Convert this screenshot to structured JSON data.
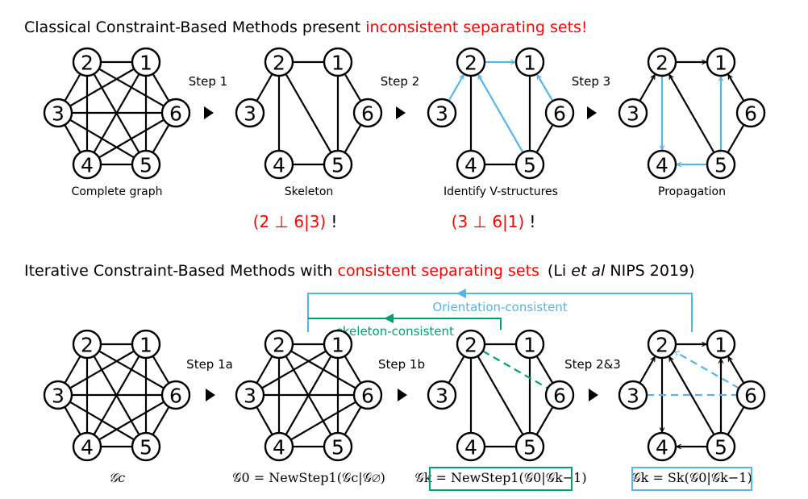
{
  "colors": {
    "black": "#000000",
    "blue": "#56B4E9",
    "green": "#009E73",
    "red": "#FF0000"
  },
  "top_section": {
    "title_prefix": "Classical Constraint-Based Methods present ",
    "title_highlight": "inconsistent separating sets!",
    "graphs": [
      {
        "id": "complete",
        "caption": "Complete graph",
        "edges": [
          {
            "from": "2",
            "to": "1",
            "color": "black",
            "directed": false,
            "dashed": false
          },
          {
            "from": "2",
            "to": "3",
            "color": "black",
            "directed": false,
            "dashed": false
          },
          {
            "from": "2",
            "to": "4",
            "color": "black",
            "directed": false,
            "dashed": false
          },
          {
            "from": "2",
            "to": "5",
            "color": "black",
            "directed": false,
            "dashed": false
          },
          {
            "from": "2",
            "to": "6",
            "color": "black",
            "directed": false,
            "dashed": false
          },
          {
            "from": "1",
            "to": "3",
            "color": "black",
            "directed": false,
            "dashed": false
          },
          {
            "from": "1",
            "to": "4",
            "color": "black",
            "directed": false,
            "dashed": false
          },
          {
            "from": "1",
            "to": "5",
            "color": "black",
            "directed": false,
            "dashed": false
          },
          {
            "from": "1",
            "to": "6",
            "color": "black",
            "directed": false,
            "dashed": false
          },
          {
            "from": "3",
            "to": "4",
            "color": "black",
            "directed": false,
            "dashed": false
          },
          {
            "from": "3",
            "to": "5",
            "color": "black",
            "directed": false,
            "dashed": false
          },
          {
            "from": "3",
            "to": "6",
            "color": "black",
            "directed": false,
            "dashed": false
          },
          {
            "from": "4",
            "to": "5",
            "color": "black",
            "directed": false,
            "dashed": false
          },
          {
            "from": "4",
            "to": "6",
            "color": "black",
            "directed": false,
            "dashed": false
          },
          {
            "from": "5",
            "to": "6",
            "color": "black",
            "directed": false,
            "dashed": false
          }
        ]
      },
      {
        "id": "skeleton",
        "caption": "Skeleton",
        "step_label": "Step 1",
        "edges": [
          {
            "from": "2",
            "to": "1",
            "color": "black",
            "directed": false,
            "dashed": false
          },
          {
            "from": "2",
            "to": "3",
            "color": "black",
            "directed": false,
            "dashed": false
          },
          {
            "from": "2",
            "to": "4",
            "color": "black",
            "directed": false,
            "dashed": false
          },
          {
            "from": "2",
            "to": "5",
            "color": "black",
            "directed": false,
            "dashed": false
          },
          {
            "from": "1",
            "to": "5",
            "color": "black",
            "directed": false,
            "dashed": false
          },
          {
            "from": "1",
            "to": "6",
            "color": "black",
            "directed": false,
            "dashed": false
          },
          {
            "from": "6",
            "to": "5",
            "color": "black",
            "directed": false,
            "dashed": false
          },
          {
            "from": "4",
            "to": "5",
            "color": "black",
            "directed": false,
            "dashed": false
          }
        ]
      },
      {
        "id": "vstructures",
        "caption": "Identify V-structures",
        "step_label": "Step 2",
        "edges": [
          {
            "from": "2",
            "to": "1",
            "color": "blue",
            "directed": true,
            "dashed": false
          },
          {
            "from": "3",
            "to": "2",
            "color": "blue",
            "directed": true,
            "dashed": false
          },
          {
            "from": "5",
            "to": "2",
            "color": "blue",
            "directed": true,
            "dashed": false
          },
          {
            "from": "6",
            "to": "1",
            "color": "blue",
            "directed": true,
            "dashed": false
          },
          {
            "from": "2",
            "to": "4",
            "color": "black",
            "directed": false,
            "dashed": false
          },
          {
            "from": "1",
            "to": "5",
            "color": "black",
            "directed": false,
            "dashed": false
          },
          {
            "from": "6",
            "to": "5",
            "color": "black",
            "directed": false,
            "dashed": false
          },
          {
            "from": "4",
            "to": "5",
            "color": "black",
            "directed": false,
            "dashed": false
          }
        ]
      },
      {
        "id": "propagation",
        "caption": "Propagation",
        "step_label": "Step 3",
        "edges": [
          {
            "from": "2",
            "to": "1",
            "color": "black",
            "directed": true,
            "dashed": false
          },
          {
            "from": "3",
            "to": "2",
            "color": "black",
            "directed": true,
            "dashed": false
          },
          {
            "from": "5",
            "to": "2",
            "color": "black",
            "directed": true,
            "dashed": false
          },
          {
            "from": "6",
            "to": "1",
            "color": "black",
            "directed": true,
            "dashed": false
          },
          {
            "from": "6",
            "to": "5",
            "color": "black",
            "directed": false,
            "dashed": false
          },
          {
            "from": "2",
            "to": "4",
            "color": "blue",
            "directed": true,
            "dashed": false
          },
          {
            "from": "5",
            "to": "1",
            "color": "blue",
            "directed": true,
            "dashed": false
          },
          {
            "from": "5",
            "to": "4",
            "color": "blue",
            "directed": true,
            "dashed": false
          }
        ]
      }
    ],
    "inconsistencies": [
      {
        "formula": "(2 ⊥ 6|3)",
        "mark": "!"
      },
      {
        "formula": "(3 ⊥ 6|1)",
        "mark": "!"
      }
    ]
  },
  "bottom_section": {
    "title_prefix": "Iterative Constraint-Based Methods with ",
    "title_highlight": "consistent separating sets",
    "title_cite_a": "(Li ",
    "title_cite_italic": "et al",
    "title_cite_b": " NIPS 2019)",
    "feedback_loops": [
      {
        "label": "Orientation-consistent",
        "color": "blue"
      },
      {
        "label": "skeleton-consistent",
        "color": "green"
      }
    ],
    "graphs": [
      {
        "id": "gc",
        "caption": "𝒢c",
        "edges": [
          {
            "from": "2",
            "to": "1",
            "color": "black",
            "directed": false,
            "dashed": false
          },
          {
            "from": "2",
            "to": "3",
            "color": "black",
            "directed": false,
            "dashed": false
          },
          {
            "from": "2",
            "to": "4",
            "color": "black",
            "directed": false,
            "dashed": false
          },
          {
            "from": "2",
            "to": "5",
            "color": "black",
            "directed": false,
            "dashed": false
          },
          {
            "from": "2",
            "to": "6",
            "color": "black",
            "directed": false,
            "dashed": false
          },
          {
            "from": "1",
            "to": "3",
            "color": "black",
            "directed": false,
            "dashed": false
          },
          {
            "from": "1",
            "to": "4",
            "color": "black",
            "directed": false,
            "dashed": false
          },
          {
            "from": "1",
            "to": "5",
            "color": "black",
            "directed": false,
            "dashed": false
          },
          {
            "from": "1",
            "to": "6",
            "color": "black",
            "directed": false,
            "dashed": false
          },
          {
            "from": "3",
            "to": "4",
            "color": "black",
            "directed": false,
            "dashed": false
          },
          {
            "from": "3",
            "to": "5",
            "color": "black",
            "directed": false,
            "dashed": false
          },
          {
            "from": "3",
            "to": "6",
            "color": "black",
            "directed": false,
            "dashed": false
          },
          {
            "from": "4",
            "to": "5",
            "color": "black",
            "directed": false,
            "dashed": false
          },
          {
            "from": "4",
            "to": "6",
            "color": "black",
            "directed": false,
            "dashed": false
          },
          {
            "from": "5",
            "to": "6",
            "color": "black",
            "directed": false,
            "dashed": false
          }
        ]
      },
      {
        "id": "g0",
        "caption": "𝒢0 = NewStep1(𝒢c|𝒢∅)",
        "step_label": "Step 1a",
        "edges": [
          {
            "from": "2",
            "to": "1",
            "color": "black",
            "directed": false,
            "dashed": false
          },
          {
            "from": "2",
            "to": "3",
            "color": "black",
            "directed": false,
            "dashed": false
          },
          {
            "from": "2",
            "to": "4",
            "color": "black",
            "directed": false,
            "dashed": false
          },
          {
            "from": "2",
            "to": "5",
            "color": "black",
            "directed": false,
            "dashed": false
          },
          {
            "from": "2",
            "to": "6",
            "color": "black",
            "directed": false,
            "dashed": false
          },
          {
            "from": "1",
            "to": "3",
            "color": "black",
            "directed": false,
            "dashed": false
          },
          {
            "from": "1",
            "to": "4",
            "color": "black",
            "directed": false,
            "dashed": false
          },
          {
            "from": "1",
            "to": "5",
            "color": "black",
            "directed": false,
            "dashed": false
          },
          {
            "from": "1",
            "to": "6",
            "color": "black",
            "directed": false,
            "dashed": false
          },
          {
            "from": "3",
            "to": "4",
            "color": "black",
            "directed": false,
            "dashed": false
          },
          {
            "from": "3",
            "to": "6",
            "color": "black",
            "directed": false,
            "dashed": false
          },
          {
            "from": "4",
            "to": "5",
            "color": "black",
            "directed": false,
            "dashed": false
          },
          {
            "from": "4",
            "to": "6",
            "color": "black",
            "directed": false,
            "dashed": false
          },
          {
            "from": "5",
            "to": "6",
            "color": "black",
            "directed": false,
            "dashed": false
          }
        ]
      },
      {
        "id": "gk-skeleton",
        "caption": "𝒢k = NewStep1(𝒢0|𝒢k−1)",
        "caption_box_color": "green",
        "step_label": "Step 1b",
        "edges": [
          {
            "from": "2",
            "to": "1",
            "color": "black",
            "directed": false,
            "dashed": false
          },
          {
            "from": "2",
            "to": "3",
            "color": "black",
            "directed": false,
            "dashed": false
          },
          {
            "from": "2",
            "to": "4",
            "color": "black",
            "directed": false,
            "dashed": false
          },
          {
            "from": "2",
            "to": "5",
            "color": "black",
            "directed": false,
            "dashed": false
          },
          {
            "from": "1",
            "to": "5",
            "color": "black",
            "directed": false,
            "dashed": false
          },
          {
            "from": "1",
            "to": "6",
            "color": "black",
            "directed": false,
            "dashed": false
          },
          {
            "from": "6",
            "to": "5",
            "color": "black",
            "directed": false,
            "dashed": false
          },
          {
            "from": "4",
            "to": "5",
            "color": "black",
            "directed": false,
            "dashed": false
          },
          {
            "from": "2",
            "to": "6",
            "color": "green",
            "directed": false,
            "dashed": true
          }
        ]
      },
      {
        "id": "gk-oriented",
        "caption": "𝒢k = Sk(𝒢0|𝒢k−1)",
        "caption_box_color": "blue",
        "step_label": "Step 2&3",
        "edges": [
          {
            "from": "2",
            "to": "1",
            "color": "black",
            "directed": true,
            "dashed": false
          },
          {
            "from": "3",
            "to": "2",
            "color": "black",
            "directed": true,
            "dashed": false
          },
          {
            "from": "2",
            "to": "4",
            "color": "black",
            "directed": true,
            "dashed": false
          },
          {
            "from": "5",
            "to": "2",
            "color": "black",
            "directed": true,
            "dashed": false
          },
          {
            "from": "5",
            "to": "1",
            "color": "black",
            "directed": true,
            "dashed": false
          },
          {
            "from": "6",
            "to": "1",
            "color": "black",
            "directed": true,
            "dashed": false
          },
          {
            "from": "6",
            "to": "5",
            "color": "black",
            "directed": false,
            "dashed": false
          },
          {
            "from": "5",
            "to": "4",
            "color": "black",
            "directed": true,
            "dashed": false
          },
          {
            "from": "6",
            "to": "2",
            "color": "blue",
            "directed": true,
            "dashed": true
          },
          {
            "from": "3",
            "to": "6",
            "color": "blue",
            "directed": false,
            "dashed": true
          }
        ]
      }
    ]
  }
}
